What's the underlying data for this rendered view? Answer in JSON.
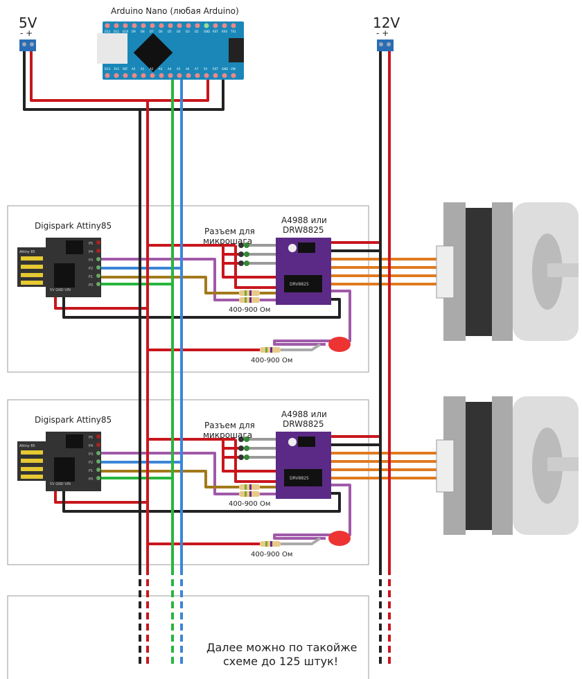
{
  "arduino": {
    "title": "Arduino Nano (любая Arduino)",
    "top_pins": [
      "D12",
      "D11",
      "D10",
      "D9",
      "D8",
      "D7",
      "D6",
      "D5",
      "D4",
      "D3",
      "D2",
      "GND",
      "RST",
      "RX0",
      "TX1"
    ],
    "bottom_pins": [
      "D13",
      "3V3",
      "REF",
      "A0",
      "A1",
      "A2",
      "A3",
      "A4",
      "A5",
      "A6",
      "A7",
      "5V",
      "RST",
      "GND",
      "VIN"
    ]
  },
  "power5v": {
    "label": "5V",
    "polarity": "-  +"
  },
  "power12v": {
    "label": "12V",
    "polarity": "-  +"
  },
  "module": {
    "digispark_title": "Digispark Attiny85",
    "digispark_board_text": "Attiny 85",
    "digispark_pins": [
      "P5",
      "P4",
      "P3",
      "P2",
      "P1",
      "P0"
    ],
    "digispark_power_pins": "5V  GND VIN",
    "driver_title_line1": "A4988 или",
    "driver_title_line2": "DRW8825",
    "driver_chip": "DRV8825",
    "microstep_line1": "Разъем для",
    "microstep_line2": "микрошага",
    "resistor_label": "400-900 Ом"
  },
  "footer_note_line1": "Далее можно по такойже",
  "footer_note_line2": "схеме до 125 штук!",
  "colors": {
    "red": "#c8161d",
    "black": "#222222",
    "green": "#27b53c",
    "blue": "#3a86d8",
    "purple": "#a05aa8",
    "orange": "#e07a1f",
    "ochre": "#a27a1c",
    "nano": "#1a87b8",
    "driver": "#5b2a86"
  }
}
